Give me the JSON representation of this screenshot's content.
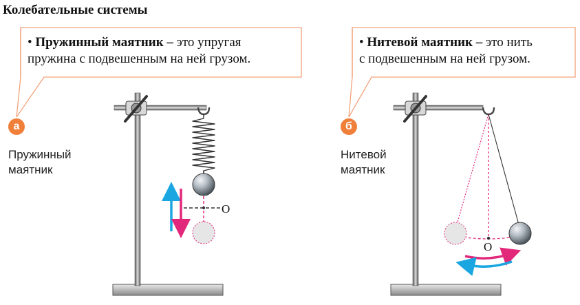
{
  "title": "Колебательные системы",
  "panel_a": {
    "badge": "а",
    "callout_term": "Пружинный маятник –",
    "callout_line1_rest": " это упругая",
    "callout_line2": "пружина с подвешенным на ней грузом.",
    "caption_line1": "Пружинный",
    "caption_line2": "маятник",
    "equilibrium_label": "O"
  },
  "panel_b": {
    "badge": "б",
    "callout_term": "Нитевой маятник –",
    "callout_line1_rest": " это нить",
    "callout_line2": "с подвешенным на ней грузом.",
    "caption_line1": "Нитевой",
    "caption_line2": "маятник",
    "equilibrium_label": "O"
  },
  "colors": {
    "callout_border": "#f2a27a",
    "badge": "#f07f3a",
    "arrow_magenta": "#e2287a",
    "arrow_cyan": "#1aa6e0"
  }
}
